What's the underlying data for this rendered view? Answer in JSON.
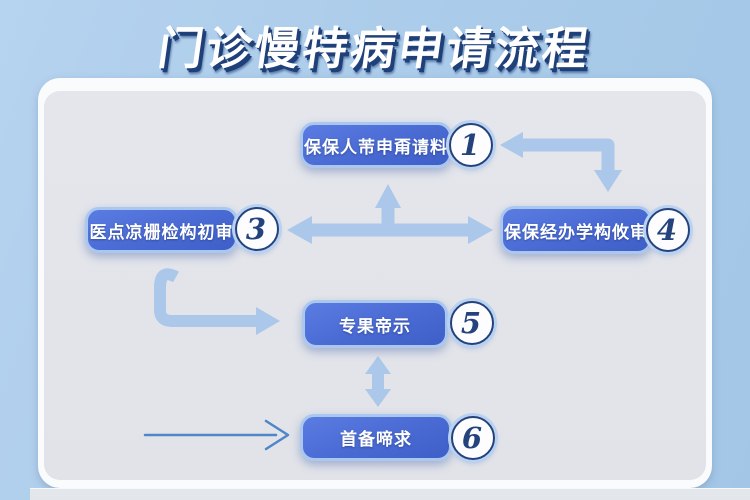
{
  "title": "门诊慢特病申请流程",
  "flow": {
    "steps": [
      {
        "number": "1",
        "label": "保保人芾申甭请料"
      },
      {
        "number": "3",
        "label": "医点凉栅检构初审"
      },
      {
        "number": "4",
        "label": "保保经办学构攸审"
      },
      {
        "number": "5",
        "label": "专果帝示"
      },
      {
        "number": "6",
        "label": "首备啼求"
      }
    ]
  },
  "colors": {
    "background": "#abccea",
    "panel": "#e2e4ea",
    "box_fill": "#4a6ad3",
    "box_border": "#aac7ef",
    "box_text": "#ffffff",
    "circle_fill": "#fdfdff",
    "circle_border": "#24427c",
    "number_text": "#24427c",
    "arrow_fill": "#abc7e9",
    "thin_arrow_stroke": "#4e86c8",
    "title_text": "#ffffff",
    "title_shadow": "#1f4078"
  }
}
